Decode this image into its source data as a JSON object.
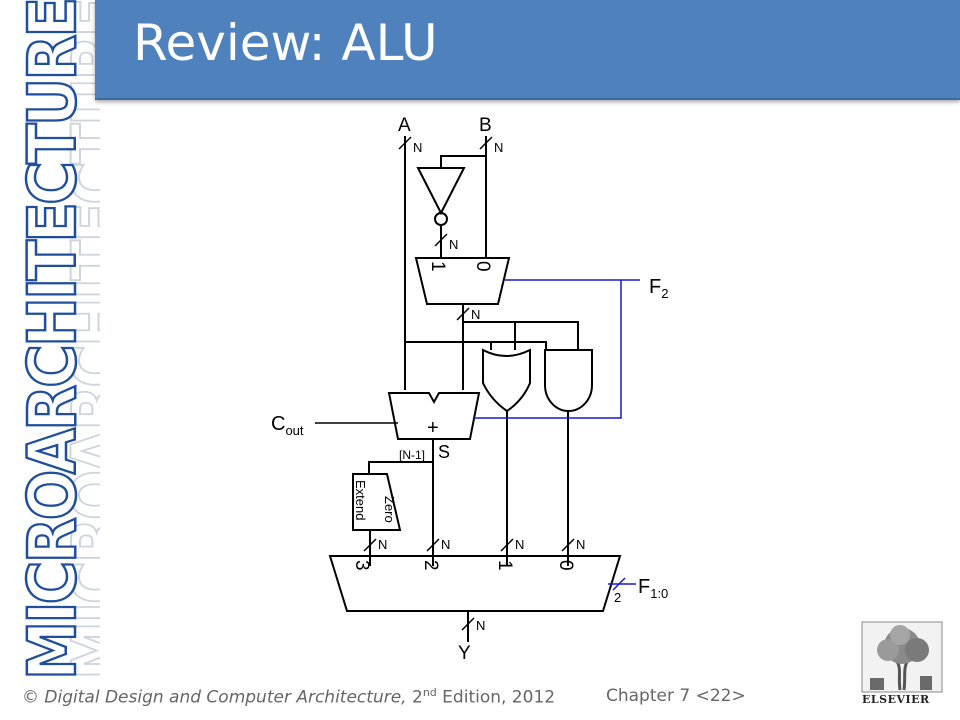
{
  "slide": {
    "title": "Review: ALU",
    "side_label": "MICROARCHITECTURE"
  },
  "diagram": {
    "inputs": {
      "a": "A",
      "b": "B"
    },
    "width_label": "N",
    "mux_top": {
      "in1": "1",
      "in0": "0"
    },
    "control": {
      "f2_main": "F",
      "f2_sub": "2",
      "f10_main": "F",
      "f10_sub": "1:0",
      "f10_width": "2"
    },
    "adder": {
      "symbol": "+",
      "sum": "S",
      "carry_main": "C",
      "carry_sub": "out"
    },
    "msb_label": "[N-1]",
    "zero_extend": {
      "line1": "Zero",
      "line2": "Extend"
    },
    "mux_out": {
      "in3": "3",
      "in2": "2",
      "in1": "1",
      "in0": "0"
    },
    "output": "Y"
  },
  "footer": {
    "copyright": "©",
    "book": "Digital Design and Computer Architecture",
    "edition_num": "2",
    "edition_sup": "nd",
    "edition_rest": " Edition, 2012",
    "chapter": "Chapter 7 <22>",
    "publisher": "ELSEVIER"
  }
}
